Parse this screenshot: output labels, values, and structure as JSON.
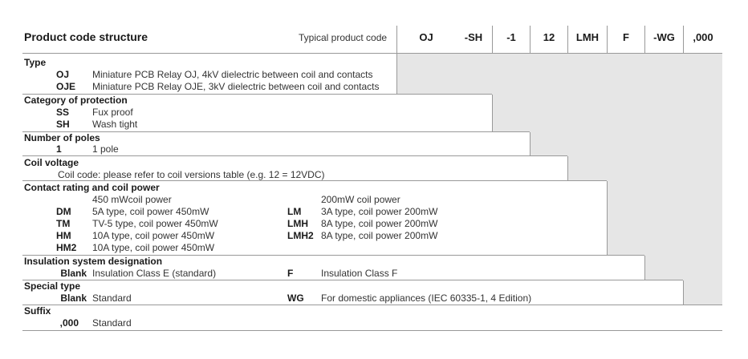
{
  "header": {
    "title": "Product code structure",
    "typical_label": "Typical product code",
    "codes": [
      "OJ",
      "-SH",
      "-1",
      "12",
      "LMH",
      "F",
      "-WG",
      ",000"
    ]
  },
  "sections": {
    "type": {
      "heading": "Type",
      "rows": [
        {
          "code": "OJ",
          "desc": "Miniature PCB Relay OJ, 4kV dielectric between coil and contacts"
        },
        {
          "code": "OJE",
          "desc": "Miniature PCB Relay OJE, 3kV dielectric between coil and contacts"
        }
      ]
    },
    "protection": {
      "heading": "Category of protection",
      "rows": [
        {
          "code": "SS",
          "desc": "Fux proof"
        },
        {
          "code": "SH",
          "desc": "Wash tight"
        }
      ]
    },
    "poles": {
      "heading": "Number of poles",
      "rows": [
        {
          "code": "1",
          "desc": "1 pole"
        }
      ]
    },
    "coil_voltage": {
      "heading": "Coil voltage",
      "note": "Coil code: please refer to coil versions table (e.g. 12 = 12VDC)"
    },
    "contact_rating": {
      "heading": "Contact rating and coil power",
      "left_sub": "450 mWcoil power",
      "right_sub": "200mW coil power",
      "left_rows": [
        {
          "code": "DM",
          "desc": "5A type, coil power 450mW"
        },
        {
          "code": "TM",
          "desc": "TV-5 type, coil power 450mW"
        },
        {
          "code": "HM",
          "desc": "10A type, coil power 450mW"
        },
        {
          "code": "HM2",
          "desc": "10A type, coil power 450mW"
        }
      ],
      "right_rows": [
        {
          "code": "LM",
          "desc": "3A type, coil power 200mW"
        },
        {
          "code": "LMH",
          "desc": "8A type, coil power 200mW"
        },
        {
          "code": "LMH2",
          "desc": "8A type, coil power 200mW"
        }
      ]
    },
    "insulation": {
      "heading": "Insulation system designation",
      "left": {
        "code": "Blank",
        "desc": "Insulation Class E (standard)"
      },
      "right": {
        "code": "F",
        "desc": "Insulation Class F"
      }
    },
    "special": {
      "heading": "Special type",
      "left": {
        "code": "Blank",
        "desc": "Standard"
      },
      "right": {
        "code": "WG",
        "desc": "For domestic appliances (IEC 60335-1, 4 Edition)"
      }
    },
    "suffix": {
      "heading": "Suffix",
      "left": {
        "code": ",000",
        "desc": "Standard"
      }
    }
  }
}
